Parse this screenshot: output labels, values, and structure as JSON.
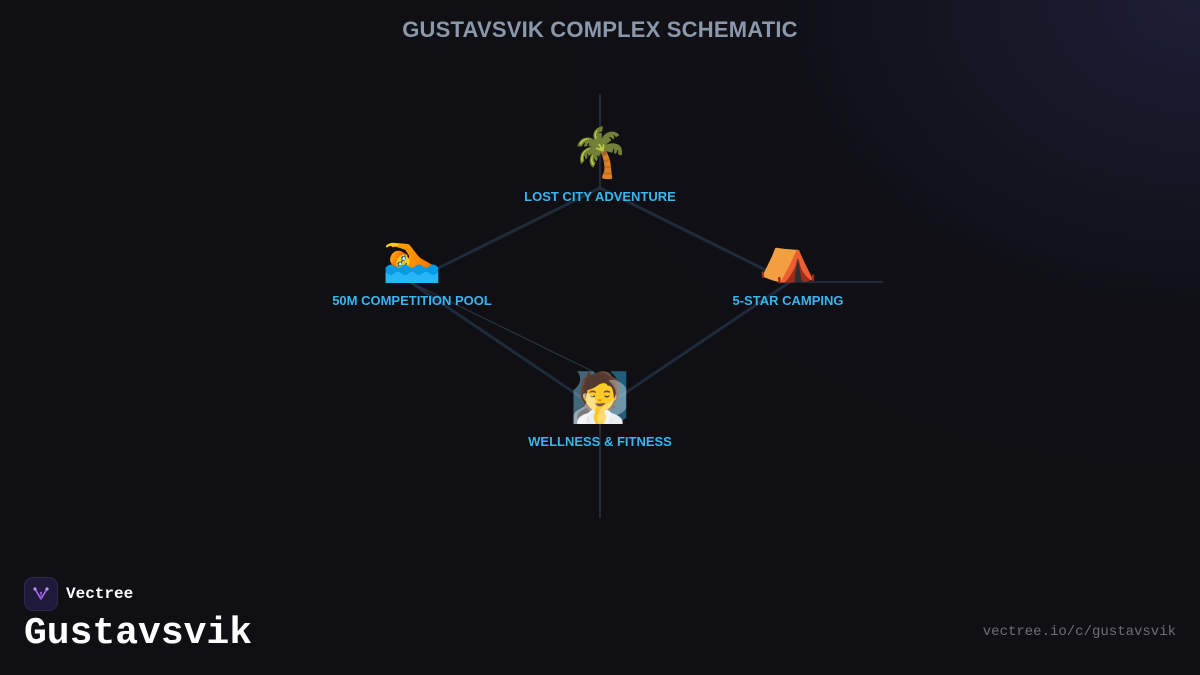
{
  "title": "GUSTAVSVIK COMPLEX SCHEMATIC",
  "nodes": [
    {
      "id": "lost-city",
      "icon": "🌴",
      "icon_name": "palm-tree-icon",
      "label": "LOST CITY ADVENTURE"
    },
    {
      "id": "pool",
      "icon": "🏊",
      "icon_name": "swimmer-icon",
      "label": "50M COMPETITION POOL"
    },
    {
      "id": "camping",
      "icon": "⛺",
      "icon_name": "tent-icon",
      "label": "5-STAR CAMPING"
    },
    {
      "id": "wellness",
      "icon": "🧖",
      "icon_name": "sauna-person-icon",
      "label": "WELLNESS & FITNESS"
    }
  ],
  "brand": {
    "name": "Vectree",
    "logo_icon": "vectree-logo-icon"
  },
  "project_name": "Gustavsvik",
  "url": "vectree.io/c/gustavsvik",
  "colors": {
    "background": "#0f0f14",
    "title": "#8b97ab",
    "label": "#38b6f0",
    "link": "#1f2a3a",
    "url": "#6e6e78"
  }
}
